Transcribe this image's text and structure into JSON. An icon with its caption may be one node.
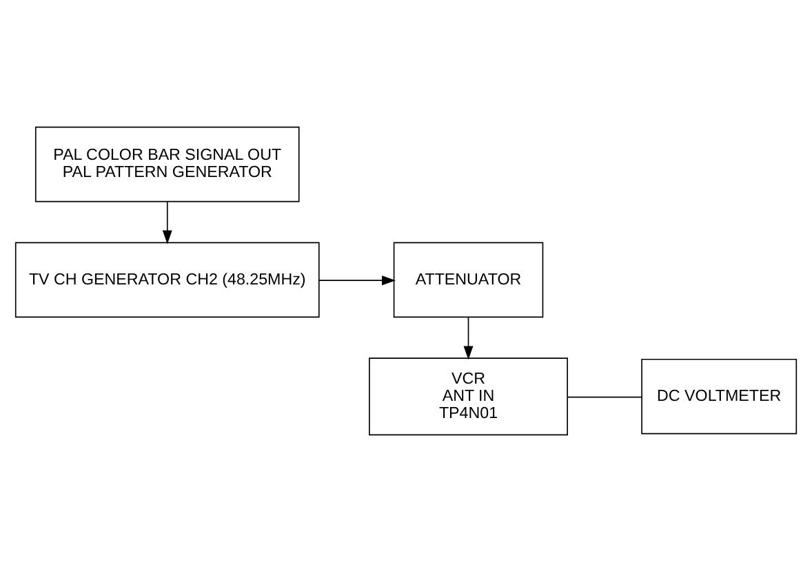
{
  "diagram": {
    "nodes": [
      {
        "text": [
          "PAL COLOR BAR SIGNAL OUT",
          "PAL PATTERN GENERATOR"
        ]
      },
      {
        "text": [
          "TV CH GENERATOR CH2 (48.25MHz)"
        ]
      },
      {
        "text": [
          "ATTENUATOR"
        ]
      },
      {
        "text": [
          "VCR",
          "ANT IN",
          "TP4N01"
        ]
      },
      {
        "text": [
          "DC VOLTMETER"
        ]
      }
    ],
    "edges": [
      {
        "from": 0,
        "to": 1,
        "arrow": "to"
      },
      {
        "from": 1,
        "to": 2,
        "arrow": "to"
      },
      {
        "from": 2,
        "to": 3,
        "arrow": "to"
      },
      {
        "from": 3,
        "to": 4,
        "arrow": "none"
      }
    ]
  }
}
